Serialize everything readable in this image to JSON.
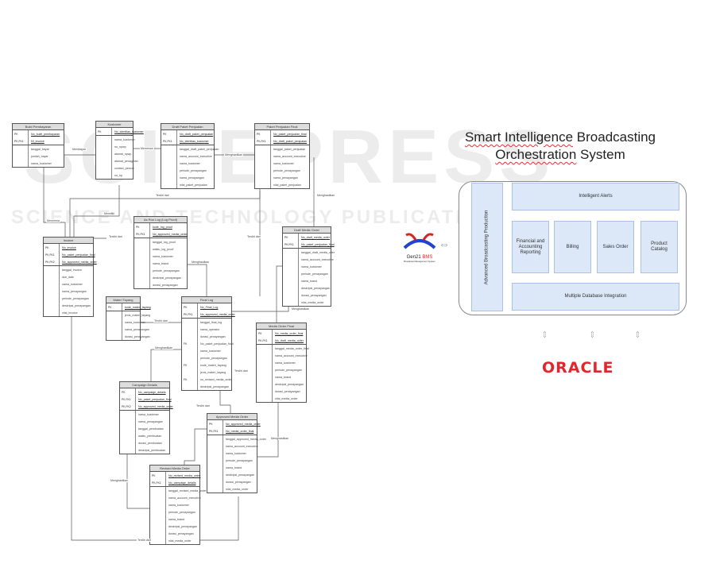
{
  "watermark": {
    "main": "SCITEPRESS",
    "sub": "SCIENCE AND TECHNOLOGY PUBLICATIONS"
  },
  "erd": {
    "entities": [
      {
        "id": "bukti",
        "title": "Bukti Pembayaran",
        "keys": [
          [
            "PK",
            "No_bukti_pembayaran"
          ],
          [
            "PK,FK1",
            "NI_invoice"
          ]
        ],
        "attrs": [
          "tanggal_bayar",
          "jumlah_bayar",
          "nama_kustomer"
        ]
      },
      {
        "id": "kustomer",
        "title": "Kustomer",
        "keys": [
          [
            "PK",
            "No_identitas_kustomer"
          ]
        ],
        "attrs": [
          "nama_kustomer",
          "no_npwp",
          "alamat_npwp",
          "alamat_penagihan",
          "contact_person",
          "no_hp"
        ]
      },
      {
        "id": "draftpaket",
        "title": "Draft Paket Penjualan",
        "keys": [
          [
            "PK",
            "No_draft_paket_penjualan"
          ],
          [
            "PK,FK1",
            "No_identitas_kustomer"
          ]
        ],
        "attrs": [
          "tanggal_draft_paket_penjualan",
          "nama_account_executive",
          "nama_kustomer",
          "periode_penayangan",
          "nama_penayangan",
          "nilai_paket_penjualan"
        ]
      },
      {
        "id": "paketfinal",
        "title": "Paket Penjualan Final",
        "keys": [
          [
            "PK",
            "No_paket_penjualan_final"
          ],
          [
            "PK,FK1",
            "No_draft_paket_penjualan"
          ]
        ],
        "attrs": [
          "tanggal_paket_penjualan",
          "nama_account_executive",
          "nama_kustomer",
          "periode_penayangan",
          "nama_penayangan",
          "nilai_paket_penjualan"
        ]
      },
      {
        "id": "asrun",
        "title": "As Run Log (Log Proof)",
        "keys": [
          [
            "PK",
            "kode_log_proof"
          ],
          [
            "PK,FK1",
            "No_approved_media_order"
          ]
        ],
        "attrs": [
          "tanggal_log_proof",
          "waktu_log_proof",
          "nama_kustomer",
          "nama_brand",
          "periode_penayangan",
          "deskripsi_penayangan",
          "durasi_penayangan"
        ]
      },
      {
        "id": "draftmedia",
        "title": "Draft Media Order",
        "keys": [
          [
            "PK",
            "No_draft_media_order"
          ],
          [
            "PK,FK1",
            "No_paket_penjualan_final"
          ]
        ],
        "attrs": [
          "tanggal_draft_media_oder",
          "nama_account_executive",
          "nama_kustomer",
          "periode_penayangan",
          "nama_brand",
          "deskripsi_penayangan",
          "durasi_penayangan",
          "nilai_media_order"
        ]
      },
      {
        "id": "invoice",
        "title": "Invoice",
        "keys": [
          [
            "PK",
            "No_invoice"
          ],
          [
            "PK,FK1",
            "No_paket_penjualan_final"
          ],
          [
            "PK,FK2",
            "No_approved_media_order"
          ]
        ],
        "attrs": [
          "tanggal_invoice",
          "due_date",
          "nama_kustomer",
          "nama_penayangan",
          "periode_penayangan",
          "deskripsi_penayangan",
          "nilai_invoice"
        ]
      },
      {
        "id": "materi",
        "title": "Materi Tayang",
        "keys": [
          [
            "PK",
            "kode_materi_tayang"
          ]
        ],
        "attrs": [
          "jenis_materi_tayang",
          "nama_kustomer",
          "nama_penayangan",
          "durasi_penayangan"
        ]
      },
      {
        "id": "finallog",
        "title": "Final Log",
        "keys": [
          [
            "PK",
            "No_Final_Log"
          ],
          [
            "PK,FK1",
            "No_approved_media_order"
          ]
        ],
        "attrs": [
          "tanggal_final_log",
          "nama_operator",
          "durasi_penayangan",
          "No_paket_penjualan_final",
          "nama_kustomer",
          "periode_penayangan",
          "kode_materi_tayang",
          "jenis_materi_tayang",
          "no_revised_media_order",
          "deskripsi_penayangan"
        ],
        "attr_keys": [
          "",
          "",
          "",
          "FK",
          "",
          "",
          "FK",
          "",
          "FK",
          ""
        ]
      },
      {
        "id": "mediafinal",
        "title": "Media Order Final",
        "keys": [
          [
            "PK",
            "No_media_order_final"
          ],
          [
            "PK,FK1",
            "No_draft_media_order"
          ]
        ],
        "attrs": [
          "tanggal_media_order_final",
          "nama_account_executive",
          "nama_kustomer",
          "periode_penayangan",
          "nama_brand",
          "deskripsi_penayangan",
          "durasi_penayangan",
          "nilai_media_order"
        ]
      },
      {
        "id": "campaign",
        "title": "Campaign Details",
        "keys": [
          [
            "PK",
            "No_campaign_details"
          ],
          [
            "PK,FK1",
            "No_paket_penjualan_final"
          ],
          [
            "PK,FK2",
            "No_approved_media_order"
          ]
        ],
        "attrs": [
          "nama_kustomer",
          "nama_penayangan",
          "tanggal_pembuatan",
          "waktu_pembuatan",
          "durasi_pembuatan",
          "deskripsi_pembuatan"
        ]
      },
      {
        "id": "approved",
        "title": "Approved Media Order",
        "keys": [
          [
            "PK",
            "No_approved_media_order"
          ],
          [
            "PK,FK1",
            "No_media_order_final"
          ]
        ],
        "attrs": [
          "tanggal_approved_media_order",
          "nama_account_executive",
          "nama_kustomer",
          "periode_penayangan",
          "nama_brand",
          "deskripsi_penayangan",
          "durasi_penayangan",
          "nilai_media_order"
        ]
      },
      {
        "id": "revised",
        "title": "Revised Media Order",
        "keys": [
          [
            "PK",
            "No_revised_media_order"
          ],
          [
            "PK,FK1",
            "No_campaign_details"
          ]
        ],
        "attrs": [
          "tanggal_revised_media_order",
          "nama_account_executive",
          "nama_kustomer",
          "periode_penayangan",
          "nama_brand",
          "deskripsi_penayangan",
          "durasi_penayangan",
          "nilai_media_order"
        ]
      }
    ],
    "relations": {
      "membayar": "Membayar",
      "memesan": "Memesan",
      "menghasilkan": "Menghasilkan",
      "terdiri_dari": "Terdiri dari",
      "memiliki": "Memiliki",
      "menerima": "Menerima"
    }
  },
  "architecture": {
    "title_line1_a": "Smart Intelligence",
    "title_line1_b": "Broadcasting",
    "title_line2_a": "Orchestration",
    "title_line2_b": "System",
    "vertical_module": "Advanced Broadcasting Production",
    "top_module": "Intelligent Alerts",
    "modules": [
      "Financial and Accounting Reporting",
      "Billing",
      "Sales Order",
      "Product Catalog"
    ],
    "bottom_module": "Multiple Database Integration",
    "left_logo": {
      "name_a": "Gen21",
      "name_b": "BMS",
      "subtitle": "Broadcast Management System"
    },
    "db_logo": "ORACLE",
    "colors": {
      "module_fill": "#dce8f8",
      "module_border": "#a9c2e6",
      "oracle_red": "#e3262b",
      "underline_red": "#dd3333"
    }
  }
}
